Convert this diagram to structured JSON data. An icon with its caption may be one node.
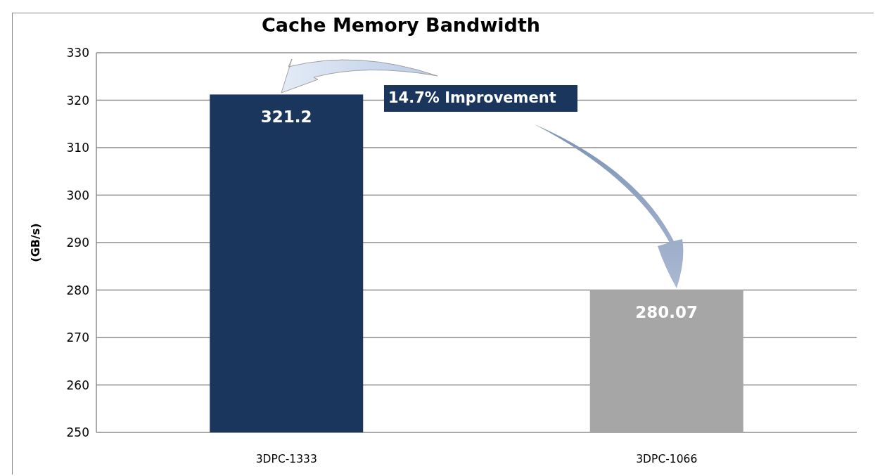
{
  "diagram": {
    "chart_data": {
      "type": "bar",
      "title": "Cache Memory Bandwidth",
      "ylabel": "(GB/s)",
      "categories": [
        "3DPC-1333",
        "3DPC-1066"
      ],
      "series": [
        {
          "color": "#1b365d",
          "values": [
            321.2,
            null
          ]
        },
        {
          "color": "#a6a6a6",
          "values": [
            null,
            280.07
          ]
        }
      ],
      "stacked": true,
      "grid": true,
      "ylim": [
        250,
        330
      ],
      "yticks": [
        250,
        260,
        270,
        280,
        290,
        300,
        310,
        320,
        330
      ],
      "data_labels": true,
      "annotations": [
        "14.7% Improvement"
      ]
    }
  }
}
